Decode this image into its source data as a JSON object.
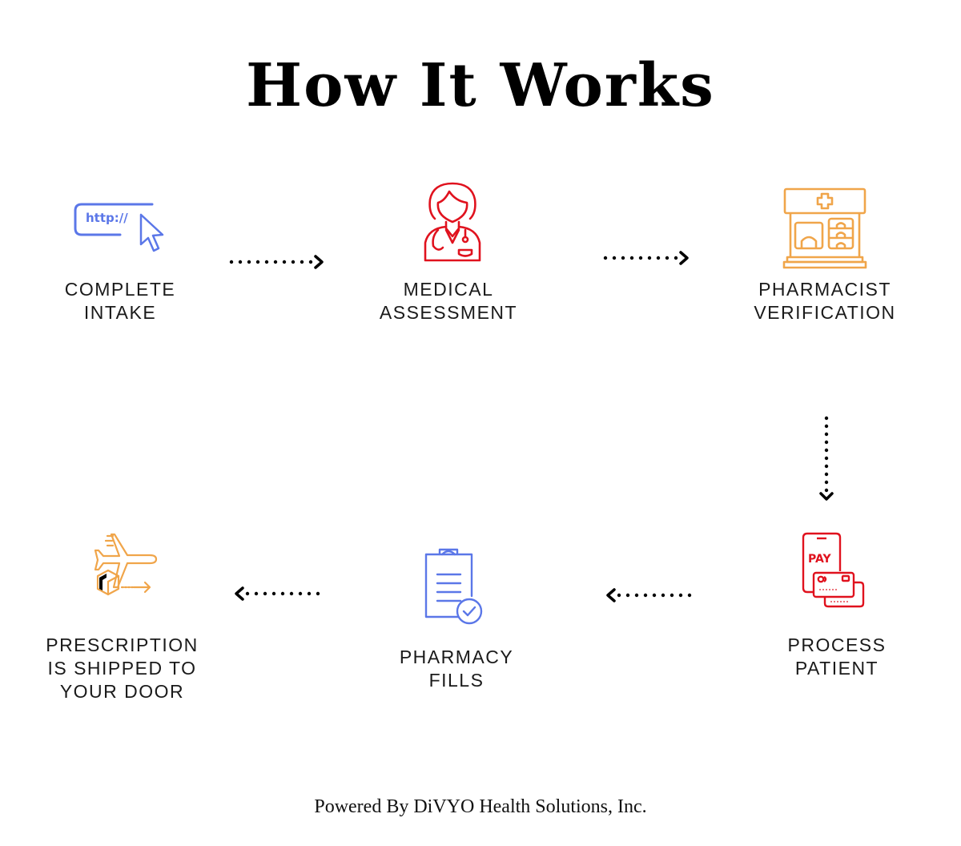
{
  "title": "How It Works",
  "colors": {
    "blue": "#5b77e8",
    "red": "#e0121e",
    "orange": "#f0a54a",
    "arrow": "#000000"
  },
  "steps": [
    {
      "id": 1,
      "icon": "browser-url-click-icon",
      "icon_text": "http://",
      "label_lines": [
        "COMPLETE",
        "INTAKE"
      ],
      "color": "blue"
    },
    {
      "id": 2,
      "icon": "doctor-icon",
      "label_lines": [
        "MEDICAL",
        "ASSESSMENT"
      ],
      "color": "red"
    },
    {
      "id": 3,
      "icon": "pharmacy-store-icon",
      "label_lines": [
        "PHARMACIST",
        "VERIFICATION"
      ],
      "color": "orange"
    },
    {
      "id": 4,
      "icon": "mobile-payment-icon",
      "icon_text": "PAY",
      "label_lines": [
        "PROCESS",
        "PATIENT"
      ],
      "color": "red"
    },
    {
      "id": 5,
      "icon": "clipboard-check-icon",
      "label_lines": [
        "PHARMACY",
        "FILLS"
      ],
      "color": "blue"
    },
    {
      "id": 6,
      "icon": "airplane-package-icon",
      "label_lines": [
        "PRESCRIPTION",
        "IS SHIPPED TO",
        "YOUR DOOR"
      ],
      "color": "orange"
    }
  ],
  "arrows": [
    {
      "from": 1,
      "to": 2,
      "direction": "right"
    },
    {
      "from": 2,
      "to": 3,
      "direction": "right"
    },
    {
      "from": 3,
      "to": 4,
      "direction": "down"
    },
    {
      "from": 4,
      "to": 5,
      "direction": "left"
    },
    {
      "from": 5,
      "to": 6,
      "direction": "left"
    }
  ],
  "footer": "Powered By DiVYO Health Solutions, Inc."
}
